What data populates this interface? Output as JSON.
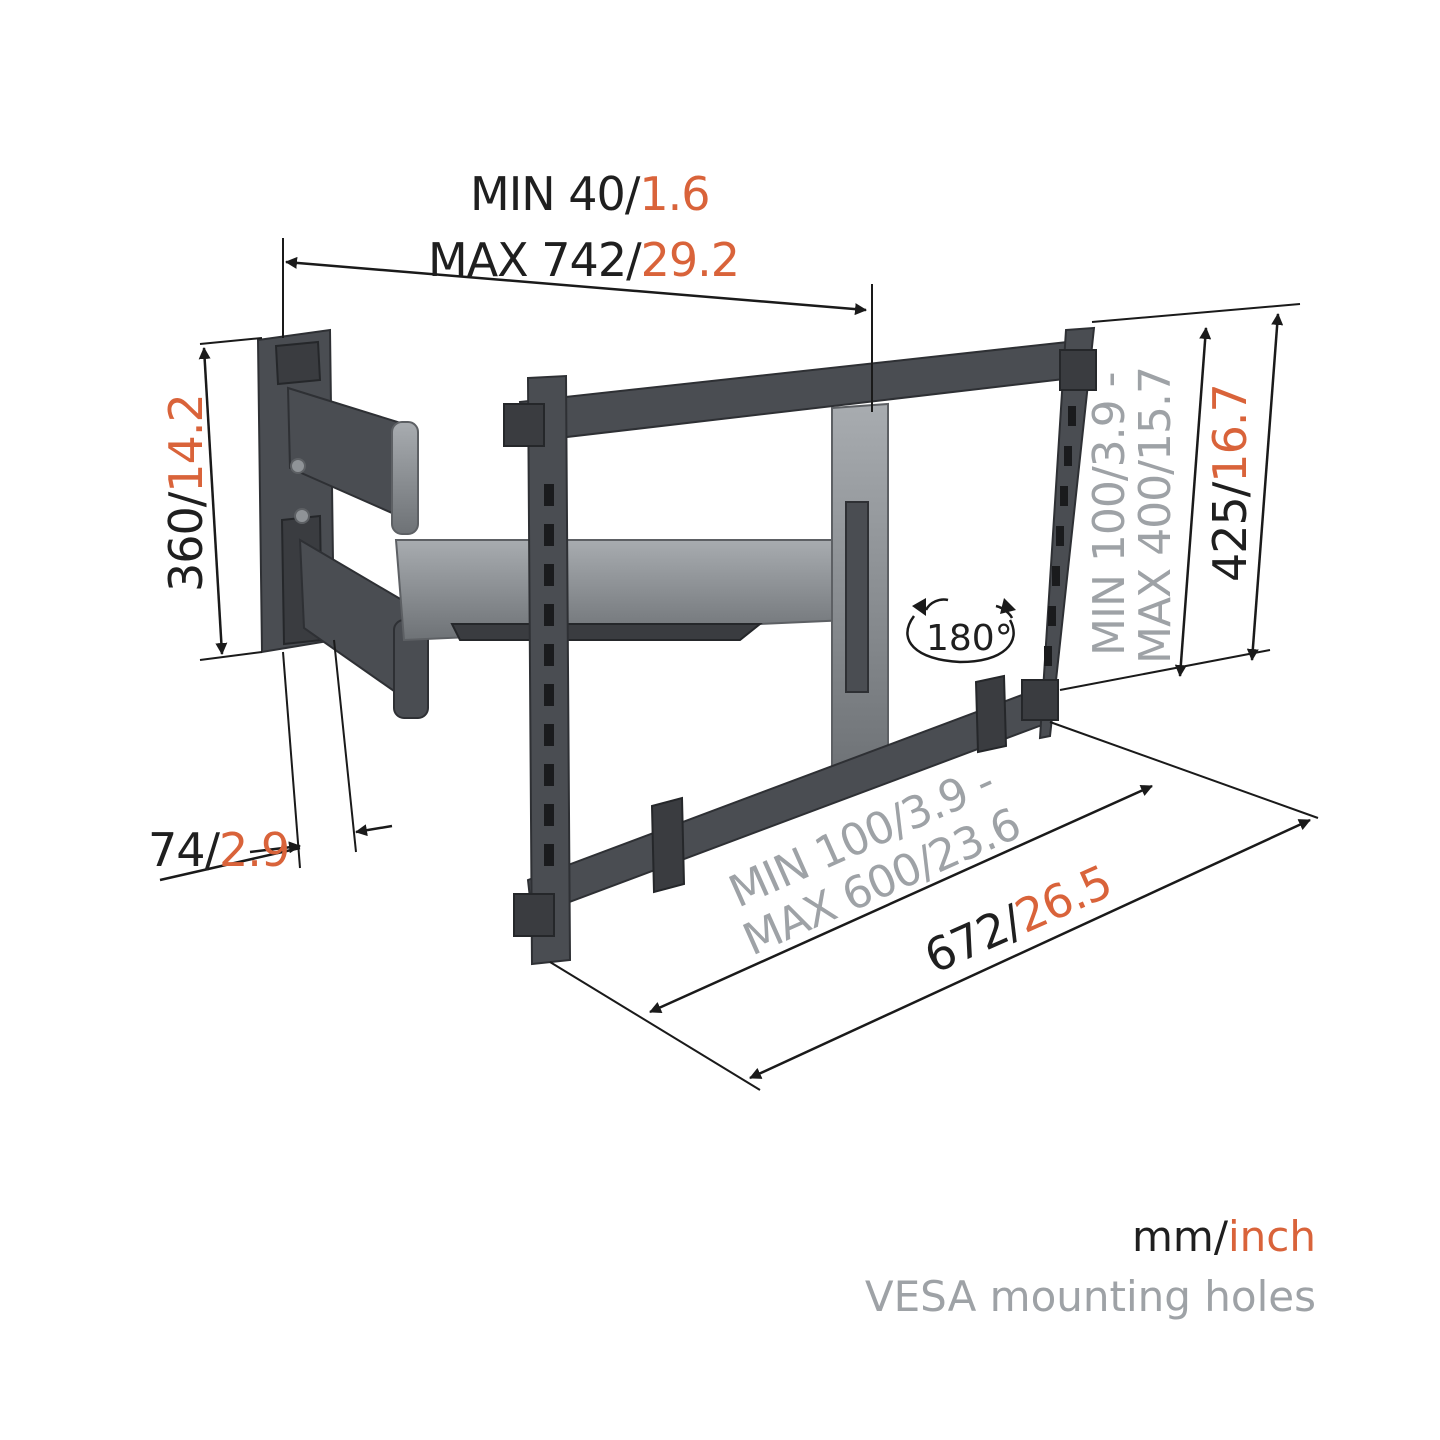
{
  "colors": {
    "mm": "#1f1f1f",
    "inch": "#d9633a",
    "vesa": "#9ea2a6",
    "metal": "#4a4d52"
  },
  "dimensions": {
    "extension": {
      "min_mm": "MIN 40/",
      "min_in": "1.6",
      "max_mm": "MAX 742/",
      "max_in": "29.2"
    },
    "wall_plate_height": {
      "mm": "360/",
      "in": "14.2"
    },
    "depth": {
      "mm": "74/",
      "in": "2.9"
    },
    "frame_height": {
      "mm": "425/",
      "in": "16.7"
    },
    "frame_width": {
      "mm": "672/",
      "in": "26.5"
    }
  },
  "vesa": {
    "vertical": {
      "line1": "MIN 100/3.9 -",
      "line2": "MAX 400/15.7"
    },
    "horizontal": {
      "line1": "MIN 100/3.9 -",
      "line2": "MAX 600/23.6"
    }
  },
  "rotation": {
    "label": "180°",
    "icon": "rotation-arrows-icon"
  },
  "legend": {
    "mm": "mm/",
    "inch": "inch",
    "vesa_note": "VESA mounting holes"
  }
}
